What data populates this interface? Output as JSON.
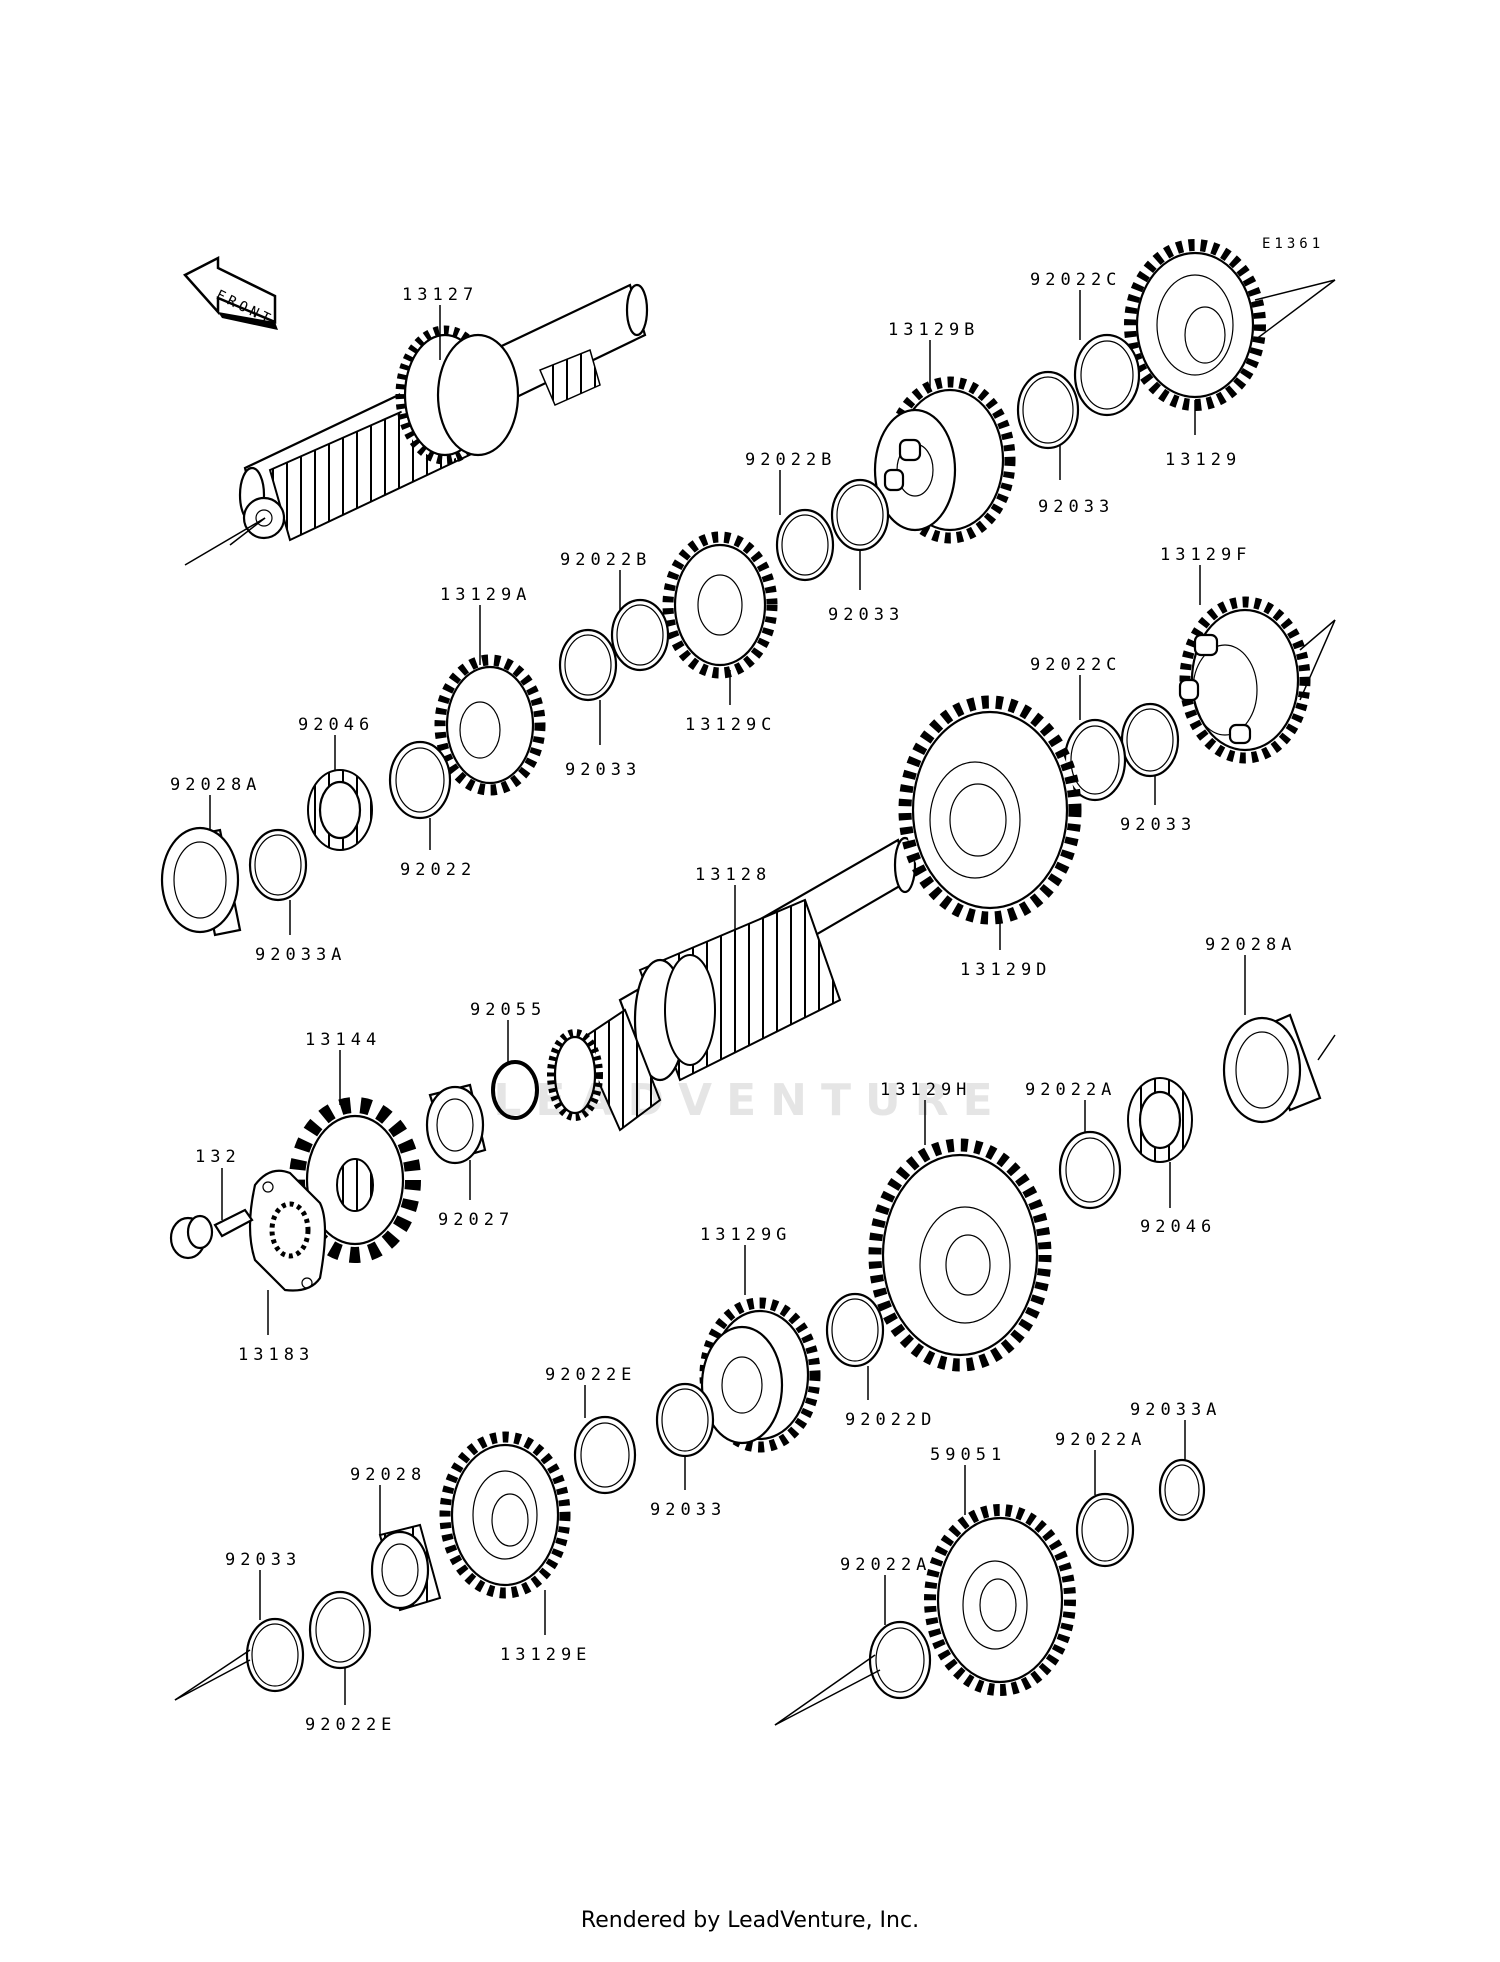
{
  "diagram_code": "E1361",
  "front_label": "FRONT",
  "watermark": "LEADVENTURE",
  "footer": "Rendered by LeadVenture, Inc.",
  "callouts": {
    "c13127": "13127",
    "c13129b": "13129B",
    "c92022c_top": "92022C",
    "c13129": "13129",
    "c92033_top": "92033",
    "c92022b_1": "92022B",
    "c92033_2": "92033",
    "c92022b_2": "92022B",
    "c13129a": "13129A",
    "c13129c": "13129C",
    "c92033_3": "92033",
    "c92046_l": "92046",
    "c92028a_l": "92028A",
    "c92022": "92022",
    "c92033a_l": "92033A",
    "c13129f": "13129F",
    "c92022c_mid": "92022C",
    "c92033_mid": "92033",
    "c13128": "13128",
    "c13129d": "13129D",
    "c92028a_r": "92028A",
    "c92055": "92055",
    "c13144": "13144",
    "c132": "132",
    "c92027": "92027",
    "c13183": "13183",
    "c13129h": "13129H",
    "c92022a_1": "92022A",
    "c92046_r": "92046",
    "c13129g": "13129G",
    "c92022d": "92022D",
    "c92022e_1": "92022E",
    "c92033_4": "92033",
    "c92028": "92028",
    "c13129e": "13129E",
    "c92033_5": "92033",
    "c92022e_2": "92022E",
    "c59051": "59051",
    "c92022a_2": "92022A",
    "c92033a_r": "92033A",
    "c92022a_3": "92022A"
  }
}
